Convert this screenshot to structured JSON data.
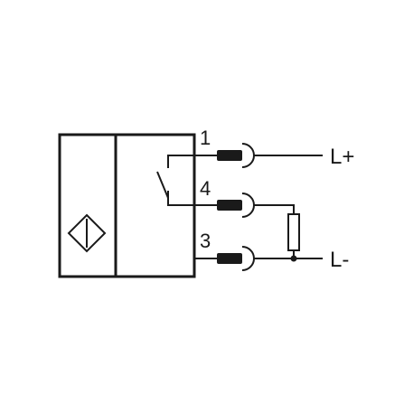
{
  "diagram": {
    "pins": {
      "pin1": "1",
      "pin4": "4",
      "pin3": "3"
    },
    "supply": {
      "positive": "L+",
      "negative": "L-"
    },
    "colors": {
      "ink": "#1a1a1a",
      "background": "#ffffff"
    }
  }
}
